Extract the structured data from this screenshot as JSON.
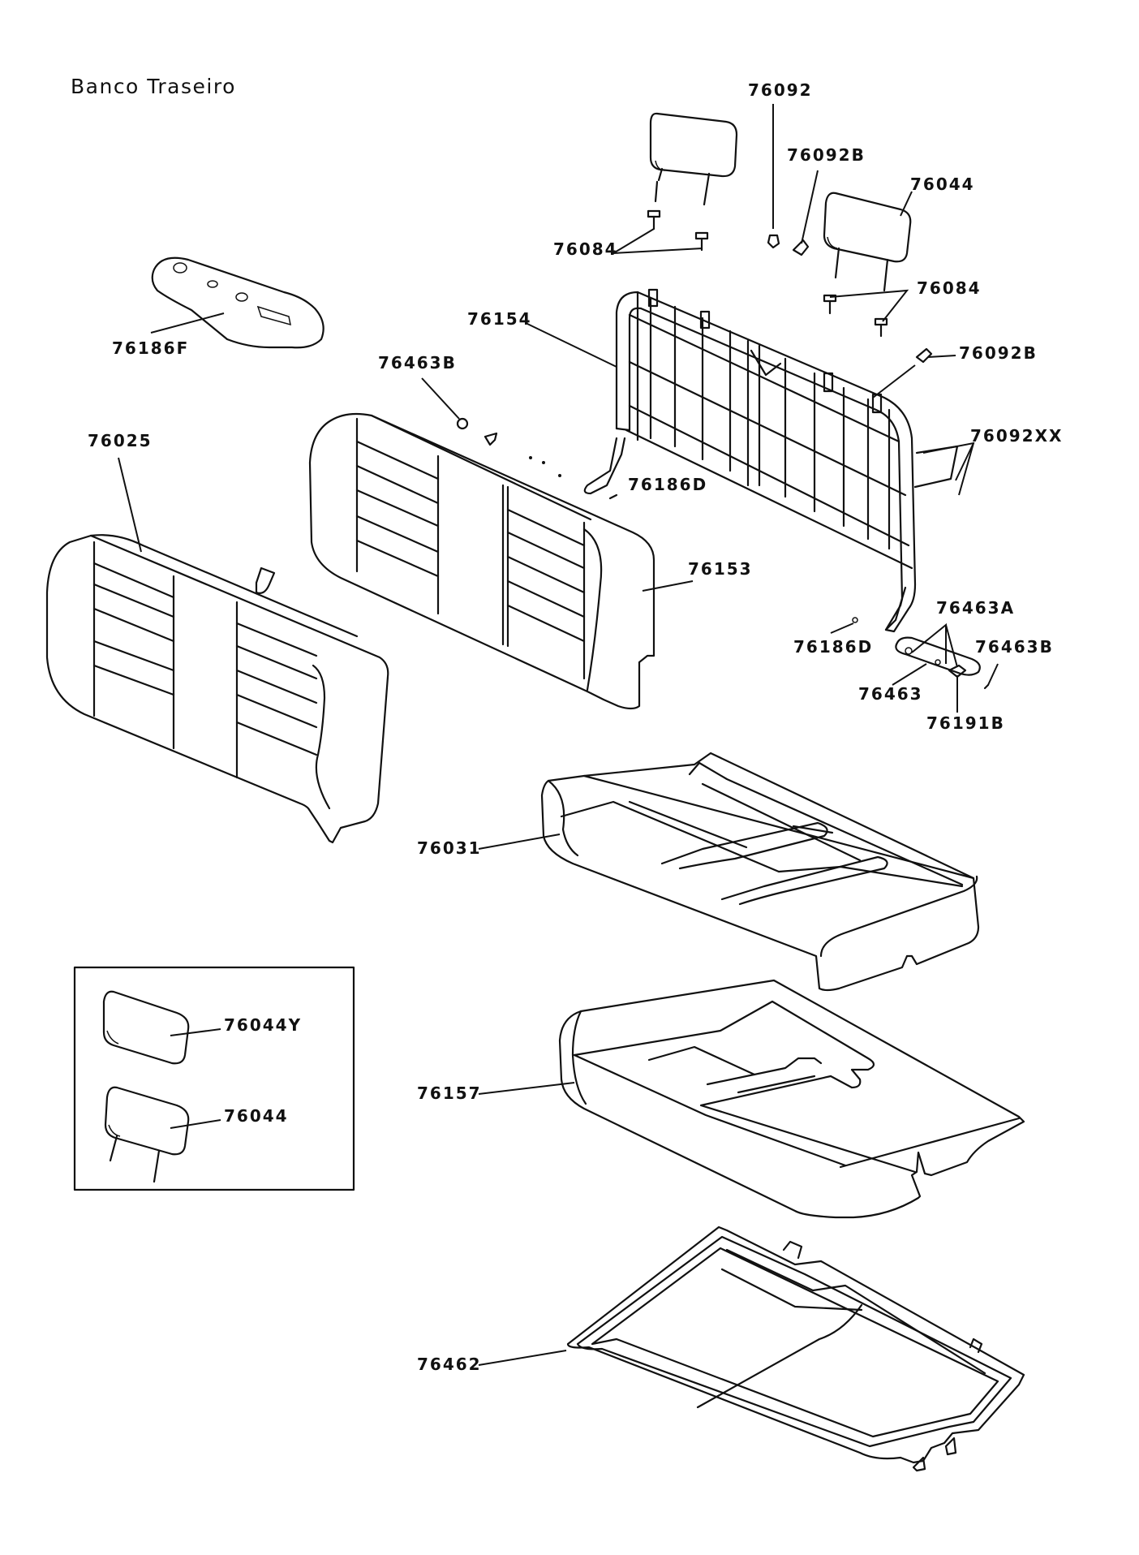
{
  "title": "Banco Traseiro",
  "labels": {
    "p76092": "76092",
    "p76092B_top": "76092B",
    "p76044_top": "76044",
    "p76084_left": "76084",
    "p76084_right": "76084",
    "p76186F": "76186F",
    "p76154": "76154",
    "p76092B_right": "76092B",
    "p76463B_top": "76463B",
    "p76092XX": "76092XX",
    "p76025": "76025",
    "p76186D_top": "76186D",
    "p76153": "76153",
    "p76463A": "76463A",
    "p76186D_bottom": "76186D",
    "p76463B_right": "76463B",
    "p76463": "76463",
    "p76191B": "76191B",
    "p76031": "76031",
    "p76044Y_inset": "76044Y",
    "p76044_inset": "76044",
    "p76157": "76157",
    "p76462": "76462"
  }
}
